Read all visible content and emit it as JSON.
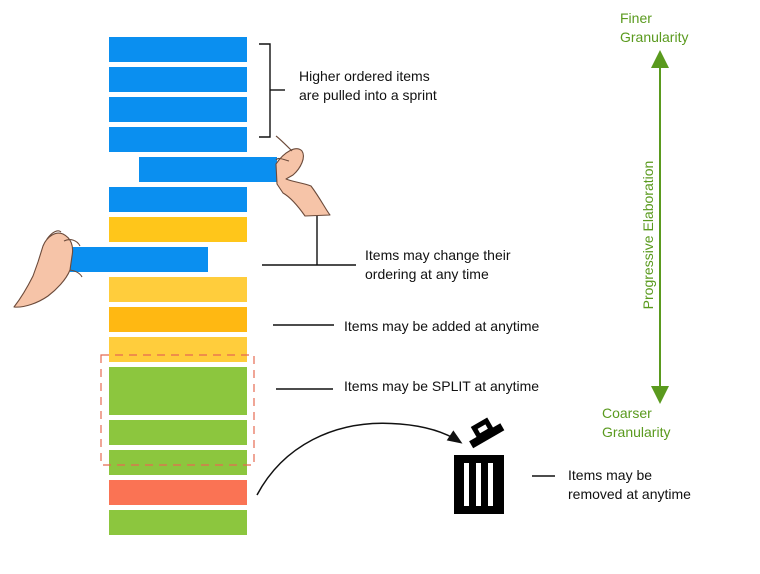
{
  "annotations": {
    "pulled_into_sprint": [
      "Higher ordered items",
      "are pulled into a sprint"
    ],
    "change_ordering": [
      "Items may change their",
      "ordering at any time"
    ],
    "added": "Items may be added at anytime",
    "split": "Items may be SPLIT at anytime",
    "removed": [
      "Items may be",
      "removed at anytime"
    ]
  },
  "granularity": {
    "finer": [
      "Finer",
      "Granularity"
    ],
    "coarser": [
      "Coarser",
      "Granularity"
    ],
    "axis_label": "Progressive Elaboration"
  },
  "colors": {
    "blue": "#0a8ff0",
    "yellow": "#ffc61a",
    "yellow_light": "#ffcd3c",
    "orange_yellow": "#ffb812",
    "green": "#8cc63e",
    "red": "#fa7354",
    "axis_green": "#5a9a1e",
    "split_box": "#e56a52"
  },
  "icons": {
    "grabbing_hand_right": "hand-grabbing-icon",
    "grabbing_hand_left": "hand-grabbing-icon",
    "trash": "trash-can-icon"
  }
}
